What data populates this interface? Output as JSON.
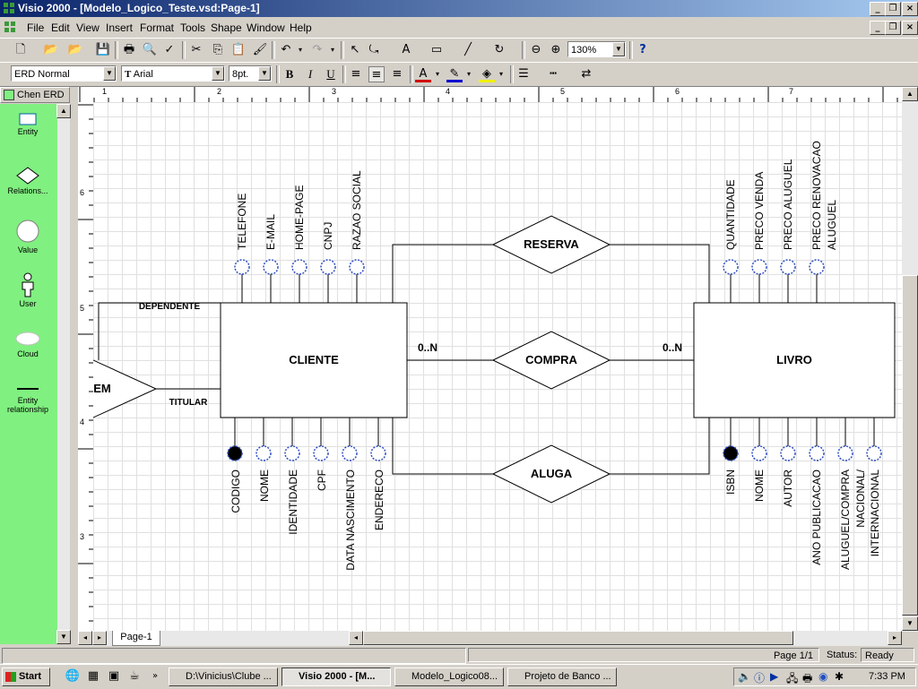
{
  "window": {
    "title": "Visio 2000 - [Modelo_Logico_Teste.vsd:Page-1]",
    "minimize": "_",
    "restore": "❐",
    "close": "×"
  },
  "menu": [
    "File",
    "Edit",
    "View",
    "Insert",
    "Format",
    "Tools",
    "Shape",
    "Window",
    "Help"
  ],
  "toolbar2": {
    "style_value": "ERD Normal",
    "font_value": "Arial",
    "size_value": "8pt.",
    "zoom_value": "130%"
  },
  "stencil": {
    "title": "Chen ERD",
    "shapes": [
      {
        "label": "Entity",
        "icon": "entity-icon"
      },
      {
        "label": "Relations...",
        "icon": "relationship-icon"
      },
      {
        "label": "Value",
        "icon": "value-icon"
      },
      {
        "label": "User",
        "icon": "user-icon"
      },
      {
        "label": "Cloud",
        "icon": "cloud-icon"
      },
      {
        "label": "Entity relationship",
        "icon": "line-icon"
      }
    ]
  },
  "rulers": {
    "h": [
      "1",
      "2",
      "3",
      "4",
      "5",
      "6",
      "7"
    ],
    "v": [
      "6",
      "5",
      "4",
      "3"
    ]
  },
  "diagram": {
    "entities": {
      "cliente": "CLIENTE",
      "livro": "LIVRO"
    },
    "relationships": {
      "reserva": "RESERVA",
      "compra": "COMPRA",
      "aluga": "ALUGA",
      "em": "EM"
    },
    "links": {
      "dependente": "DEPENDENTE",
      "titular": "TITULAR",
      "card_left": "0..N",
      "card_right": "0..N"
    },
    "cliente_top_attrs": [
      "TELEFONE",
      "E-MAIL",
      "HOME-PAGE",
      "CNPJ",
      "RAZAO SOCIAL"
    ],
    "cliente_bottom_attrs": [
      "CODIGO",
      "NOME",
      "IDENTIDADE",
      "CPF",
      "DATA NASCIMENTO",
      "ENDERECO"
    ],
    "livro_top_attrs": [
      "QUANTIDADE",
      "PRECO VENDA",
      "PRECO ALUGUEL",
      "PRECO RENOVACAO",
      "ALUGUEL"
    ],
    "livro_bottom_attrs": [
      "ISBN",
      "NOME",
      "AUTOR",
      "ANO PUBLICACAO",
      "ALUGUEL/COMPRA",
      "NACIONAL/",
      "INTERNACIONAL"
    ]
  },
  "page_tab": "Page-1",
  "status": {
    "page": "Page 1/1",
    "status_label": "Status:",
    "status_value": "Ready"
  },
  "taskbar": {
    "start": "Start",
    "items": [
      "D:\\Vinicius\\Clube ...",
      "Visio 2000 - [M...",
      "Modelo_Logico08...",
      "Projeto de Banco ..."
    ],
    "clock": "7:33 PM"
  }
}
